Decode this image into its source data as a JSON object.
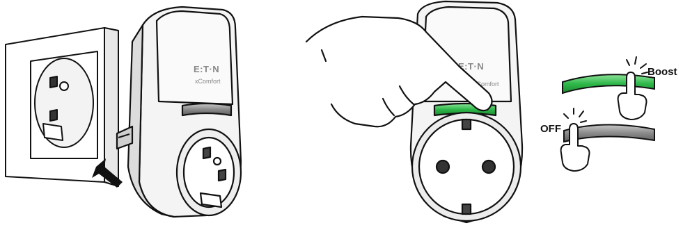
{
  "device": {
    "brand": "E:T·N",
    "product": "xComfort"
  },
  "labels": {
    "boost": "Boost",
    "off": "OFF"
  },
  "colors": {
    "boost_green": "#2fb84a",
    "off_grey": "#8a8a8a",
    "outline": "#111111"
  },
  "icons": [
    "wall-socket-icon",
    "plug-adapter-icon",
    "insert-arrow-icon",
    "pointing-hand-icon",
    "finger-press-icon"
  ]
}
